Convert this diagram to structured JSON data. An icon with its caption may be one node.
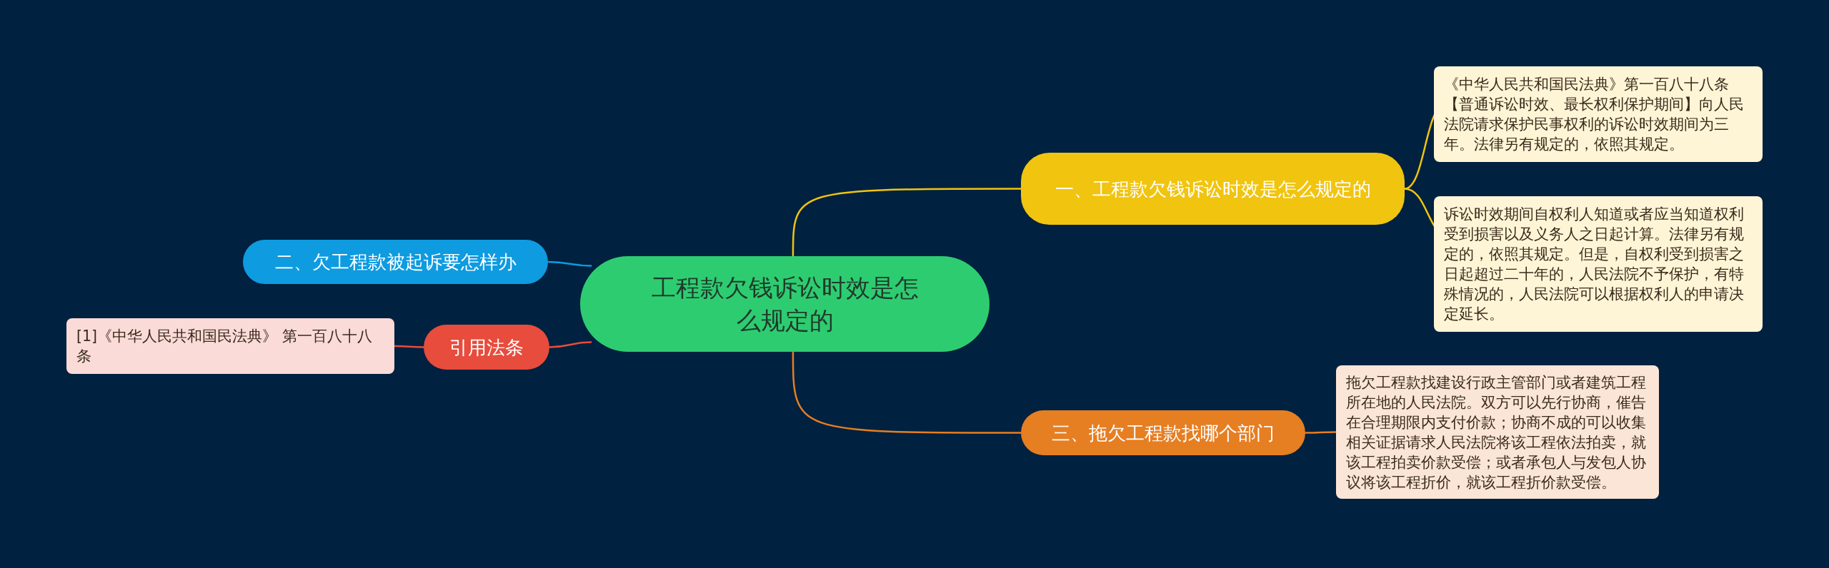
{
  "diagram": {
    "nodes": [
      {
        "text": [
          "工程款欠钱诉讼时效是怎么规定的"
        ]
      },
      {
        "text": [
          "一、工程款欠钱诉讼时效是怎么规定的"
        ]
      },
      {
        "text": [
          "《中华人民共和国民法典》第一百八十八条【普通诉讼时效、最长权利保护期间】向人民法院请求保护民事权利的诉讼时效期间为三年。法律另有规定的，依照其规定。"
        ]
      },
      {
        "text": [
          "诉讼时效期间自权利人知道或者应当知道权利受到损害以及义务人之日起计算。法律另有规定的，依照其规定。但是，自权利受到损害之日起超过二十年的，人民法院不予保护，有特殊情况的，人民法院可以根据权利人的申请决定延长。"
        ]
      },
      {
        "text": [
          "二、欠工程款被起诉要怎样办"
        ]
      },
      {
        "text": [
          "引用法条"
        ]
      },
      {
        "text": [
          "[1]《中华人民共和国民法典》 第一百八十八条"
        ]
      },
      {
        "text": [
          "三、拖欠工程款找哪个部门"
        ]
      },
      {
        "text": [
          "拖欠工程款找建设行政主管部门或者建筑工程所在地的人民法院。双方可以先行协商，催告在合理期限内支付价款；协商不成的可以收集相关证据请求人民法院将该工程依法拍卖，就该工程拍卖价款受偿；或者承包人与发包人协议将该工程折价，就该工程折价款受偿。"
        ]
      }
    ],
    "edges": [
      {
        "from": 0,
        "to": 1,
        "arrow": "none",
        "color": "#f1c40f"
      },
      {
        "from": 1,
        "to": 2,
        "arrow": "none",
        "color": "#f1c40f"
      },
      {
        "from": 1,
        "to": 3,
        "arrow": "none",
        "color": "#f1c40f"
      },
      {
        "from": 0,
        "to": 4,
        "arrow": "none",
        "color": "#0e9be0"
      },
      {
        "from": 0,
        "to": 5,
        "arrow": "none",
        "color": "#e74c3c"
      },
      {
        "from": 5,
        "to": 6,
        "arrow": "none",
        "color": "#e74c3c"
      },
      {
        "from": 0,
        "to": 7,
        "arrow": "none",
        "color": "#e67e22"
      },
      {
        "from": 7,
        "to": 8,
        "arrow": "none",
        "color": "#e67e22"
      }
    ]
  }
}
